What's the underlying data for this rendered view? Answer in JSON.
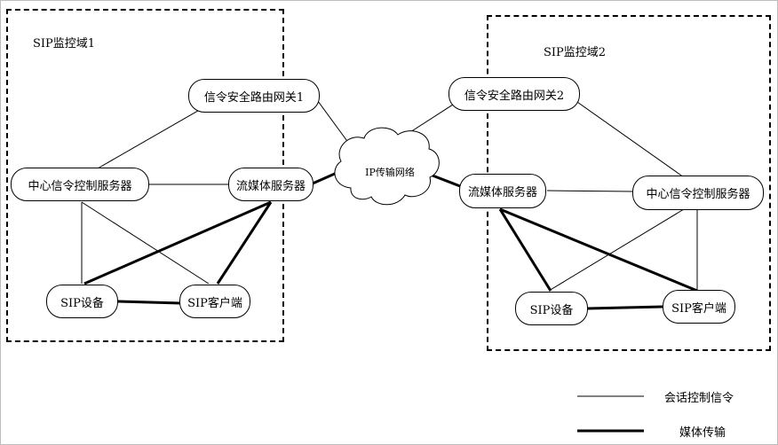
{
  "domains": {
    "left": {
      "label": "SIP监控域1"
    },
    "right": {
      "label": "SIP监控域2"
    }
  },
  "nodes": {
    "gateway1": "信令安全路由网关1",
    "gateway2": "信令安全路由网关2",
    "center1": "中心信令控制服务器",
    "center2": "中心信令控制服务器",
    "media1": "流媒体服务器",
    "media2": "流媒体服务器",
    "device1": "SIP设备",
    "device2": "SIP设备",
    "client1": "SIP客户端",
    "client2": "SIP客户端"
  },
  "cloud": {
    "label": "IP传输网络"
  },
  "legend": {
    "session_signaling": "会话控制信令",
    "media_transport": "媒体传输"
  },
  "colors": {
    "line": "#000000",
    "frame": "#bdbdbd"
  }
}
